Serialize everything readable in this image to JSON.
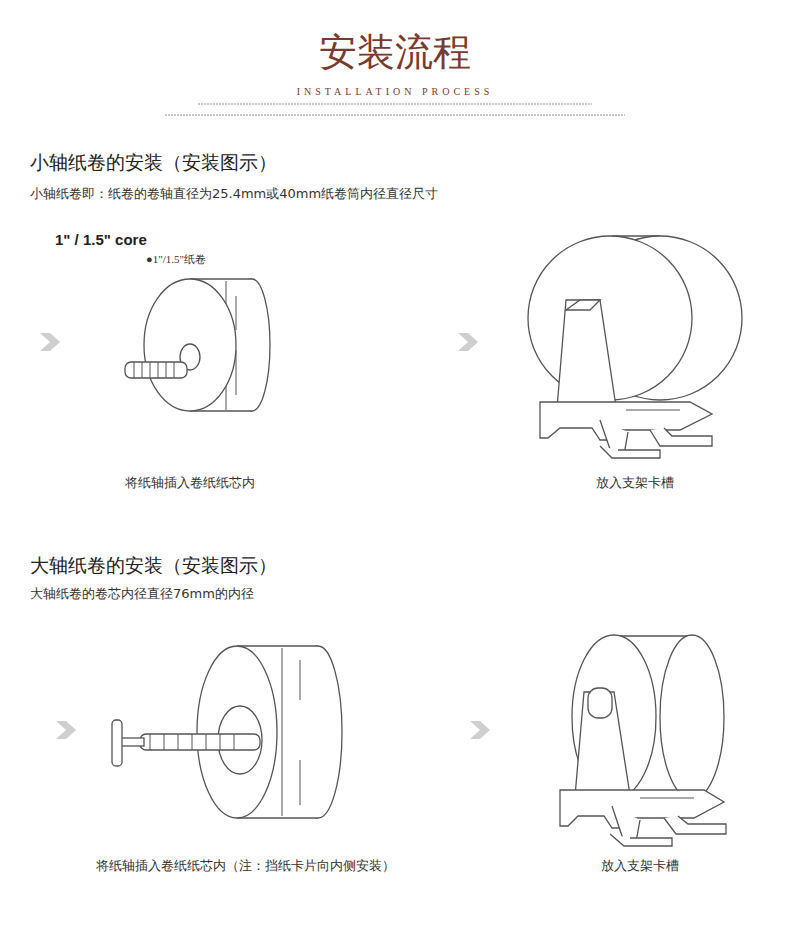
{
  "diagram": {
    "title": "安装流程",
    "labels": [
      "INSTALLATION PROCESS",
      "小轴纸卷的安装（安装图示）",
      "小轴纸卷即：纸卷的卷轴直径为25.4mm或40mm纸卷筒内径直径尺寸",
      "1\" / 1.5\" core",
      "●1\"/1.5\"纸卷",
      "将纸轴插入卷纸纸芯内",
      "放入支架卡槽",
      "大轴纸卷的安装（安装图示）",
      "大轴纸卷的卷芯内径直径76mm的内径",
      "将纸轴插入卷纸纸芯内（注：挡纸卡片向内侧安装）",
      "放入支架卡槽"
    ]
  }
}
